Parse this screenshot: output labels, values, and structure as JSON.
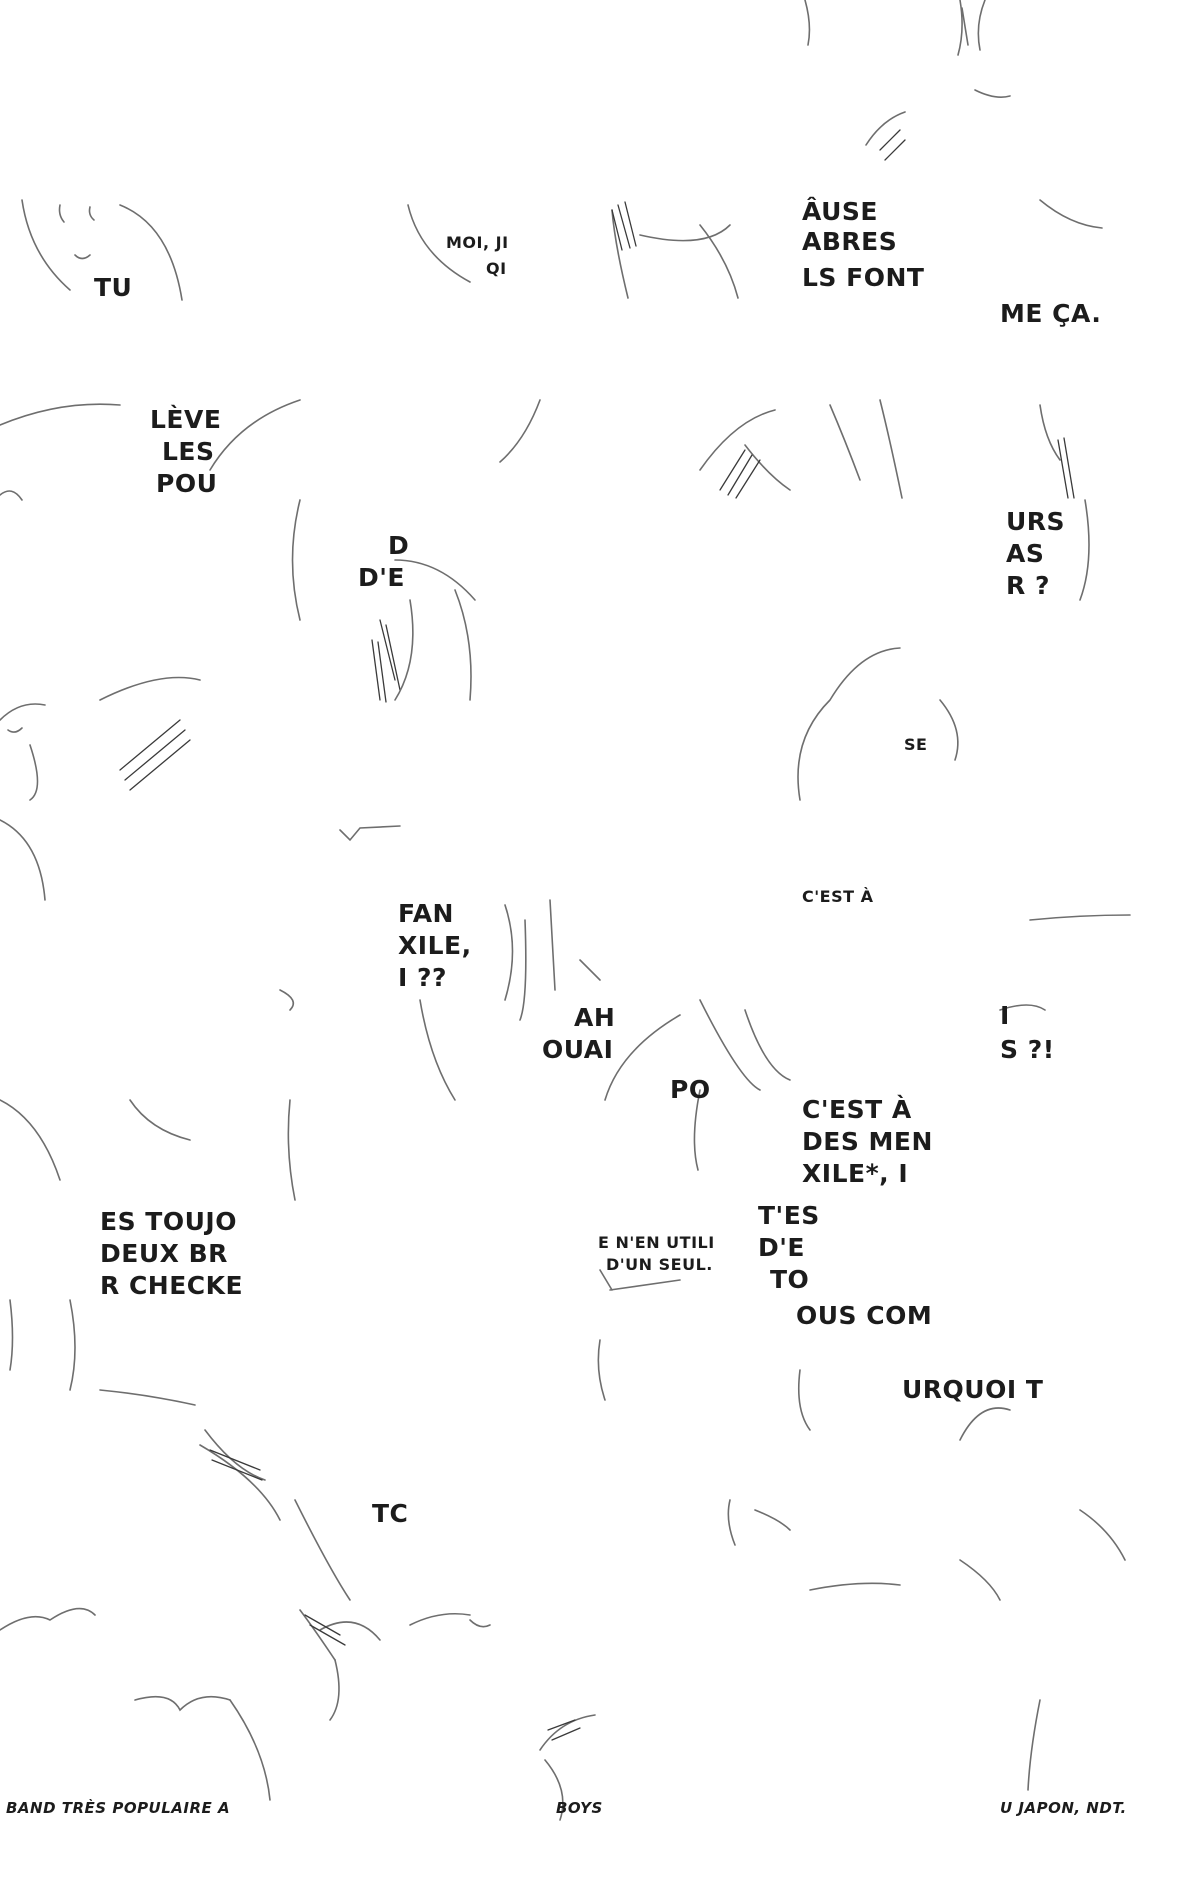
{
  "fragments": [
    {
      "id": "tu",
      "text": "TU"
    },
    {
      "id": "moi-ji",
      "text": "MOI, JI"
    },
    {
      "id": "q",
      "text": "QI"
    },
    {
      "id": "cause",
      "text": "ÂUSE"
    },
    {
      "id": "abres",
      "text": "ABRES"
    },
    {
      "id": "ls-font",
      "text": "LS FONT"
    },
    {
      "id": "me-ca",
      "text": "ME ÇA."
    },
    {
      "id": "leve",
      "text": "LÈVE"
    },
    {
      "id": "les",
      "text": "LES"
    },
    {
      "id": "pou",
      "text": "POU"
    },
    {
      "id": "d",
      "text": "D"
    },
    {
      "id": "d-ex",
      "text": "D'E"
    },
    {
      "id": "urs",
      "text": "URS"
    },
    {
      "id": "as",
      "text": "AS"
    },
    {
      "id": "r-q",
      "text": "R ?"
    },
    {
      "id": "se",
      "text": "SE"
    },
    {
      "id": "fan",
      "text": "FAN"
    },
    {
      "id": "xile",
      "text": "XILE,"
    },
    {
      "id": "i-qq",
      "text": "I ??"
    },
    {
      "id": "c-est-a-top",
      "text": "C'EST À"
    },
    {
      "id": "ah",
      "text": "AH"
    },
    {
      "id": "ouai",
      "text": "OUAI"
    },
    {
      "id": "i",
      "text": "I"
    },
    {
      "id": "s-qe",
      "text": "S ?!"
    },
    {
      "id": "po",
      "text": "PO"
    },
    {
      "id": "c-est-a",
      "text": "C'EST À"
    },
    {
      "id": "des-men",
      "text": "DES MEN"
    },
    {
      "id": "xile-star",
      "text": "XILE*, I"
    },
    {
      "id": "t-es-toujo",
      "text": "ES TOUJO"
    },
    {
      "id": "deux-br",
      "text": "DEUX BR"
    },
    {
      "id": "r-checke",
      "text": "R CHECKE"
    },
    {
      "id": "en-utili",
      "text": "E N'EN UTILI"
    },
    {
      "id": "un-seul",
      "text": "D'UN SEUL."
    },
    {
      "id": "t-es",
      "text": "T'ES"
    },
    {
      "id": "d-ex-2",
      "text": "D'E"
    },
    {
      "id": "to",
      "text": "TO"
    },
    {
      "id": "ous-com",
      "text": "OUS COM"
    },
    {
      "id": "urquoi",
      "text": "URQUOI T"
    },
    {
      "id": "tc",
      "text": "TC"
    },
    {
      "id": "band-note",
      "text": "BAND TRÈS POPULAIRE A"
    },
    {
      "id": "boys-note",
      "text": "BOYS"
    },
    {
      "id": "japon-note",
      "text": "U JAPON, NDT."
    }
  ]
}
